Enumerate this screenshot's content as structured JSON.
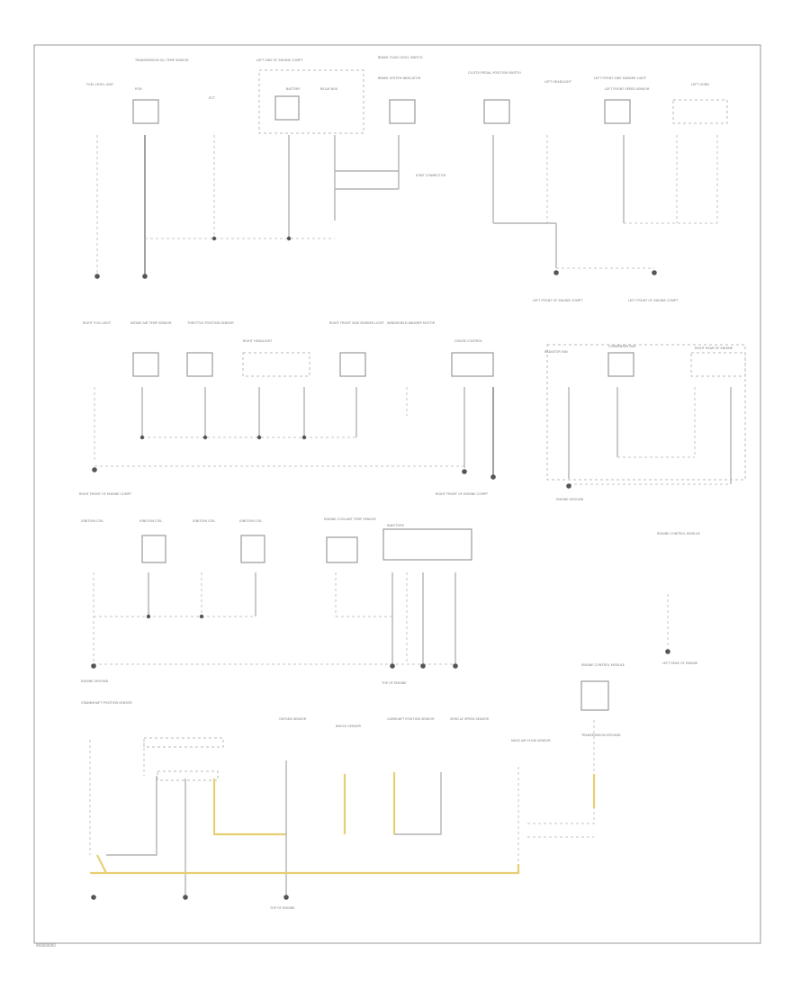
{
  "footer": {
    "code": "W0000000"
  },
  "labels": {
    "row1": [
      "FUEL LEVEL UNIT",
      "TRANSMISSION OIL TEMP SENSOR",
      "PCM",
      "ECT",
      "LEFT SIDE OF ENGINE COMPT",
      "RELAY BOX",
      "BATTERY",
      "BRAKE FLUID LEVEL SWITCH",
      "BRAKE SYSTEM INDICATOR",
      "CLUTCH PEDAL POSITION SWITCH",
      "LEFT HEADLIGHT",
      "LEFT FRONT SIDE MARKER LIGHT",
      "LEFT FRONT SPEED SENSOR",
      "LEFT HORN",
      "JOINT CONNECTOR",
      "LEFT FRONT OF ENGINE COMPT",
      "LEFT FRONT OF ENGINE COMPT"
    ],
    "row2": [
      "RIGHT FOG LIGHT",
      "INTAKE AIR TEMP SENSOR",
      "THROTTLE POSITION SENSOR",
      "RIGHT HEADLIGHT",
      "RIGHT FRONT SIDE MARKER LIGHT",
      "CRUISE CONTROL",
      "WINDSHIELD WASHER MOTOR",
      "RIGHT FRONT OF ENGINE COMPT",
      "RIGHT FRONT OF ENGINE COMPT",
      "RADIATOR FAN",
      "CONDENSER FAN",
      "RIGHT REAR OF ENGINE",
      "ENGINE GROUND"
    ],
    "row3": [
      "IGNITION COIL",
      "IGNITION COIL",
      "IGNITION COIL",
      "IGNITION COIL",
      "ENGINE COOLANT TEMP SENSOR",
      "INJECTORS",
      "TOP OF ENGINE",
      "ENGINE GROUND",
      "ENGINE CONTROL MODULE",
      "LEFT REAR OF ENGINE"
    ],
    "row4": [
      "CRANKSHAFT POSITION SENSOR",
      "OXYGEN SENSOR",
      "KNOCK SENSOR",
      "CAMSHAFT POSITION SENSOR",
      "VEHICLE SPEED SENSOR",
      "MASS AIR FLOW SENSOR",
      "TOP OF ENGINE",
      "ENGINE CONTROL MODULE",
      "TRANSMISSION GROUND"
    ]
  }
}
